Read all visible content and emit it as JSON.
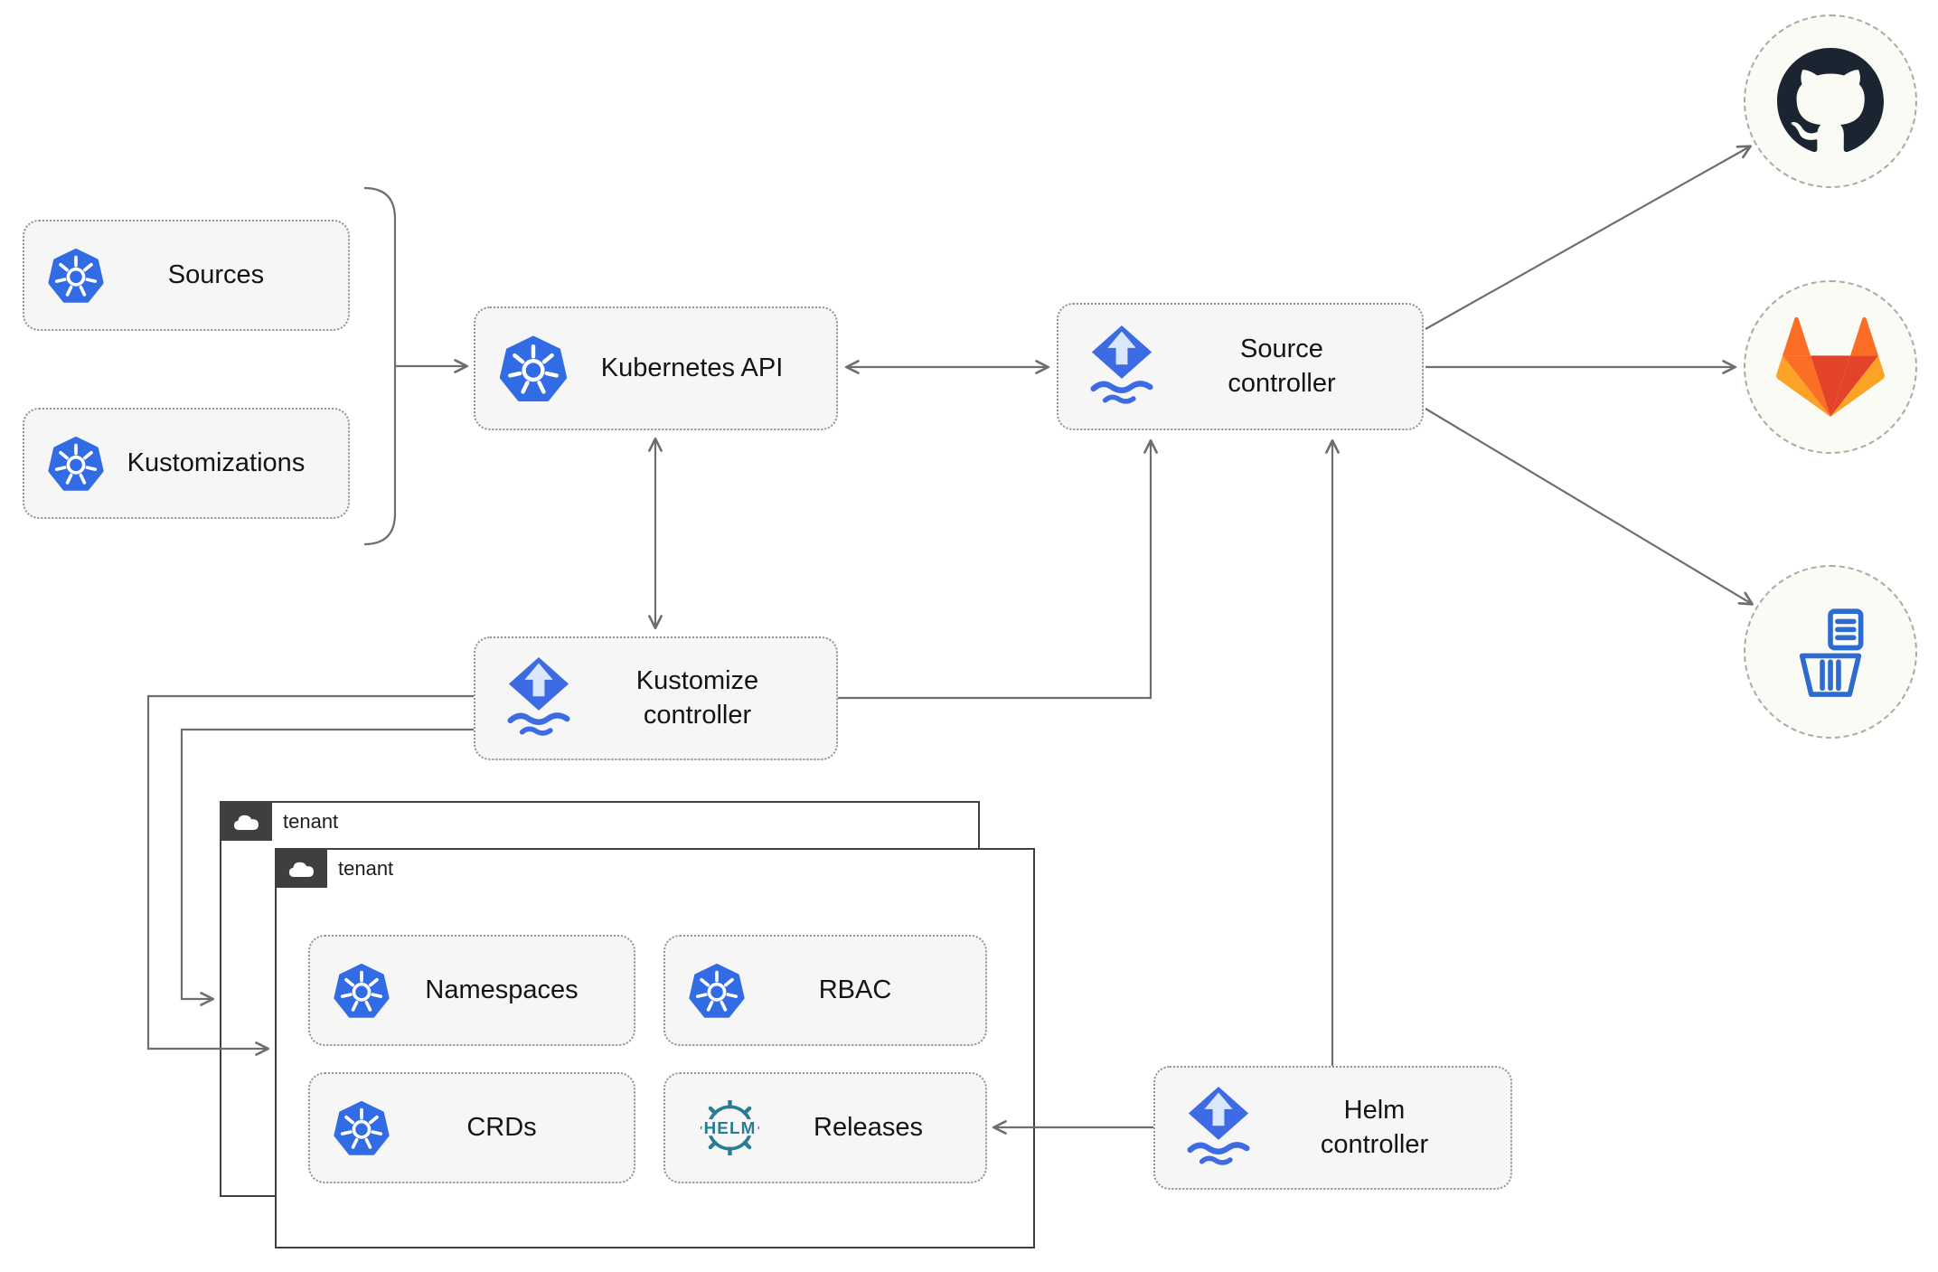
{
  "nodes": {
    "sources": {
      "label": "Sources"
    },
    "kustomizations": {
      "label": "Kustomizations"
    },
    "kubernetes_api": {
      "label": "Kubernetes API"
    },
    "source_controller": {
      "line1": "Source",
      "line2": "controller"
    },
    "kustomize_controller": {
      "line1": "Kustomize",
      "line2": "controller"
    },
    "helm_controller": {
      "line1": "Helm",
      "line2": "controller"
    },
    "namespaces": {
      "label": "Namespaces"
    },
    "rbac": {
      "label": "RBAC"
    },
    "crds": {
      "label": "CRDs"
    },
    "releases": {
      "label": "Releases"
    }
  },
  "groups": {
    "tenant_back": {
      "label": "tenant"
    },
    "tenant_front": {
      "label": "tenant"
    }
  },
  "icons": {
    "kubernetes": "kubernetes-logo",
    "flux": "flux-logo",
    "helm_wordmark": "HELM",
    "github": "github-logo",
    "gitlab": "gitlab-logo",
    "bucket": "bucket-storage-logo",
    "cloud": "cloud-icon"
  },
  "colors": {
    "kubernetes_blue": "#326CE5",
    "flux_blue": "#3D6BE3",
    "flux_arrow_light": "#D9E6FB",
    "helm_teal": "#2A7C92",
    "github_dark": "#1B2531",
    "gitlab_dark_orange": "#E24329",
    "gitlab_orange": "#FC6D26",
    "gitlab_yellow": "#FCA326",
    "bucket_blue": "#2E6BD0",
    "arrow_gray": "#6E6E6E",
    "node_fill": "#F6F6F6",
    "node_border": "#929292"
  }
}
